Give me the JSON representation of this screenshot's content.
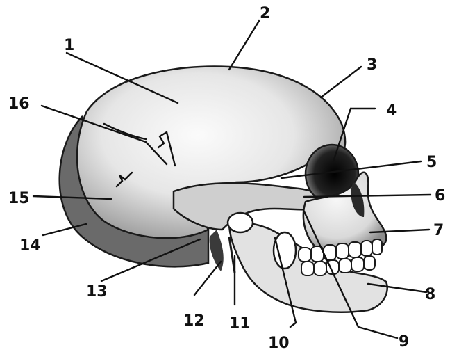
{
  "diagram": {
    "subject": "",
    "labels": [
      {
        "id": "l1",
        "text": "1"
      },
      {
        "id": "l2",
        "text": "2"
      },
      {
        "id": "l3",
        "text": "3"
      },
      {
        "id": "l4",
        "text": "4"
      },
      {
        "id": "l5",
        "text": "5"
      },
      {
        "id": "l6",
        "text": "6"
      },
      {
        "id": "l7",
        "text": "7"
      },
      {
        "id": "l8",
        "text": "8"
      },
      {
        "id": "l9",
        "text": "9"
      },
      {
        "id": "l10",
        "text": "10"
      },
      {
        "id": "l11",
        "text": "11"
      },
      {
        "id": "l12",
        "text": "12"
      },
      {
        "id": "l13",
        "text": "13"
      },
      {
        "id": "l14",
        "text": "14"
      },
      {
        "id": "l15",
        "text": "15"
      },
      {
        "id": "l16",
        "text": "16"
      }
    ]
  }
}
